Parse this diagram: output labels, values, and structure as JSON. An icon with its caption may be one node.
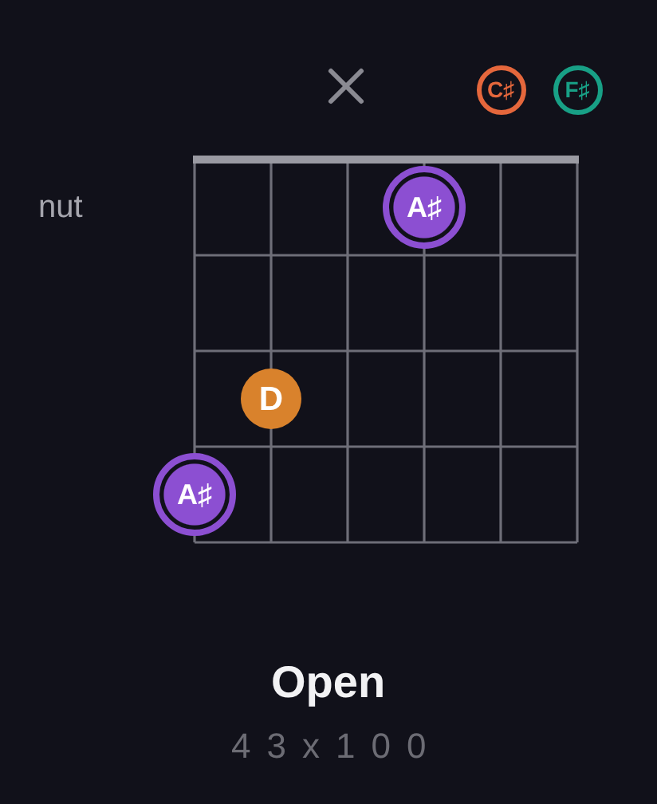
{
  "diagram": {
    "title": "Open",
    "caption": "43x100",
    "nodes": [
      {
        "text": [
          "C♯"
        ]
      },
      {
        "text": [
          "F♯"
        ]
      },
      {
        "text": [
          "A♯"
        ]
      },
      {
        "text": [
          "D"
        ]
      },
      {
        "text": [
          "A♯"
        ]
      }
    ],
    "labels": [
      "nut"
    ]
  }
}
